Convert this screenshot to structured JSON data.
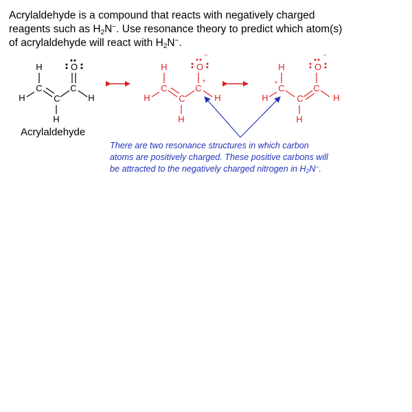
{
  "question": {
    "line1": "Acrylaldehyde is a compound that reacts with negatively charged",
    "line2_pre": "reagents such as H",
    "line2_sub": "2",
    "line2_mid": "N",
    "line2_sup": "−",
    "line2_post": ". Use resonance theory to predict which atom(s)",
    "line3_pre": "of acrylaldehyde will react with H",
    "line3_sub": "2",
    "line3_mid": "N",
    "line3_sup": "−",
    "line3_post": "."
  },
  "compound_name": "Acrylaldehyde",
  "atoms": {
    "carbon": "C",
    "hydrogen": "H",
    "oxygen": "O"
  },
  "charges": {
    "positive": "+",
    "negative": "−"
  },
  "annotation": {
    "line1": "There are two resonance structures in which carbon",
    "line2": "atoms are positively charged. These positive carbons will",
    "line3_pre": "be attracted to the negatively charged nitrogen in H",
    "line3_sub": "2",
    "line3_mid": "N",
    "line3_sup": "−",
    "line3_post": "."
  },
  "colors": {
    "text": "#000000",
    "structure_red": "#dd2222",
    "annotation_blue": "#2233bb"
  }
}
